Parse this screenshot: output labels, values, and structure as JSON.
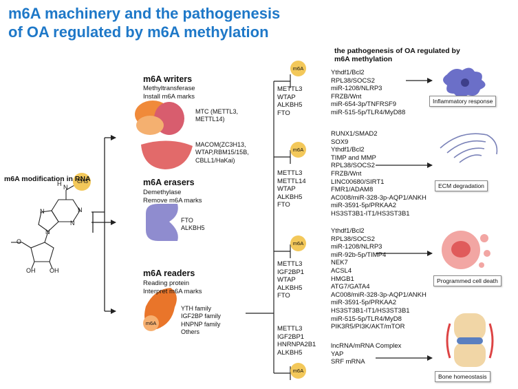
{
  "title_line1": "m6A machinery and the pathogenesis",
  "title_line2": "of OA regulated by m6A methylation",
  "modification_label": "m6A modification in RNA",
  "molecule": {
    "methyl": "CH3",
    "atoms": [
      "N",
      "H",
      "N",
      "N",
      "N",
      "N",
      "O",
      "OH",
      "OH"
    ]
  },
  "writers": {
    "title": "m6A writers",
    "sub1": "Methyltransferase",
    "sub2": "Install m6A marks",
    "mtc": "MTC (METTL3,\nMETTL14)",
    "macom": "MACOM(ZC3H13,\nWTAP,RBM15/15B,\nCBLL1/HaKai)"
  },
  "erasers": {
    "title": "m6A erasers",
    "sub1": "Demethylase",
    "sub2": "Remove m6A marks",
    "list": "FTO\nALKBH5"
  },
  "readers": {
    "title": "m6A readers",
    "sub1": "Reading protein",
    "sub2": "Interpret m6A marks",
    "badge": "m6A",
    "list": "YTH family\nIGF2BP family\nHNPNP family\nOthers"
  },
  "pathogenesis_title": "the pathogenesis of OA regulated by\nm6A methylation",
  "badge_label": "m6A",
  "groups": [
    {
      "enzymes": "METTL3\nWTAP\nALKBH5\nFTO",
      "targets": "Ythdf1/Bcl2\nRPL38/SOCS2\nmiR-1208/NLRP3\nFRZB/Wnt\nmiR-654-3p/TNFRSF9\nmiR-515-5p/TLR4/MyD88",
      "effect": "Inflammatory response"
    },
    {
      "enzymes": "METTL3\nMETTL14\nWTAP\nALKBH5\nFTO",
      "targets": "RUNX1/SMAD2\nSOX9\nYthdf1/Bcl2\nTIMP and MMP\nRPL38/SOCS2\nFRZB/Wnt\nLINC00680/SIRT1\nFMR1/ADAM8\nAC008/miR-328-3p-AQP1/ANKH\nmiR-3591-5p/PRKAA2\nHS3ST3B1-IT1/HS3ST3B1",
      "effect": "ECM degradation"
    },
    {
      "enzymes": "METTL3\nIGF2BP1\nWTAP\nALKBH5\nFTO",
      "targets": "Ythdf1/Bcl2\nRPL38/SOCS2\nmiR-1208/NLRP3\nmiR-92b-5p/TIMP4\nNEK7\nACSL4\nHMGB1\nATG7/GATA4\nAC008/miR-328-3p-AQP1/ANKH\nmiR-3591-5p/PRKAA2\nHS3ST3B1-IT1/HS3ST3B1\nmiR-515-5p/TLR4/MyD8\nPIK3R5/PI3K/AKT/mTOR",
      "effect": "Programmed cell death"
    },
    {
      "enzymes": "METTL3\nIGF2BP1\nHNRNPA2B1\nALKBH5",
      "targets": "lncRNA/mRNA Complex\nYAP\nSRF mRNA",
      "effect": "Bone homeostasis"
    }
  ],
  "colors": {
    "title": "#1e78c8",
    "badge": "#f3c85a",
    "writer_orange": "#f08a3a",
    "writer_red": "#e26a6a",
    "eraser_purple": "#8f8ccf",
    "reader_orange": "#e9752a"
  }
}
